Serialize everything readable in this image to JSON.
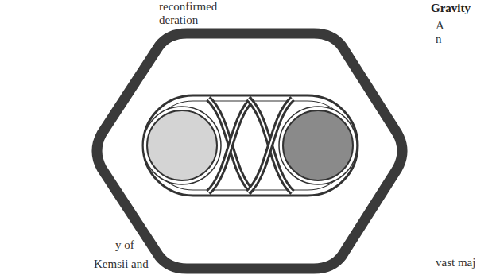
{
  "diagram": {
    "labels": [
      "reconfirmed",
      "deration",
      "Gravity",
      "A",
      "n",
      "y of",
      "Kemsii and",
      "vast maj"
    ]
  }
}
